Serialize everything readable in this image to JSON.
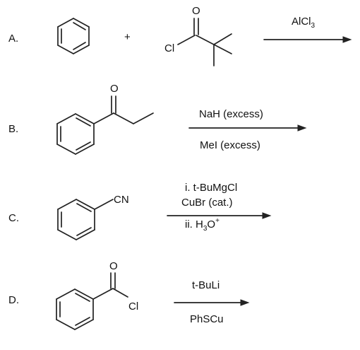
{
  "reactions": [
    {
      "label": "A.",
      "plus": "+",
      "reactant_atoms": {
        "chlorine": "Cl",
        "oxygen": "O"
      },
      "reagent_above": "AlCl",
      "reagent_above_sub": "3",
      "reagent_below": ""
    },
    {
      "label": "B.",
      "reactant_atoms": {
        "oxygen": "O"
      },
      "reagent_above": "NaH (excess)",
      "reagent_below": "MeI (excess)"
    },
    {
      "label": "C.",
      "reactant_atoms": {
        "nitrile": "CN"
      },
      "reagent_line1": "i. t-BuMgCl",
      "reagent_line2": "CuBr (cat.)",
      "reagent_line3": "ii. H",
      "reagent_line3_sub": "3",
      "reagent_line3_after": "O",
      "reagent_line3_sup": "+"
    },
    {
      "label": "D.",
      "reactant_atoms": {
        "oxygen": "O",
        "chlorine": "Cl"
      },
      "reagent_above": "t-BuLi",
      "reagent_below": "PhSCu"
    }
  ]
}
